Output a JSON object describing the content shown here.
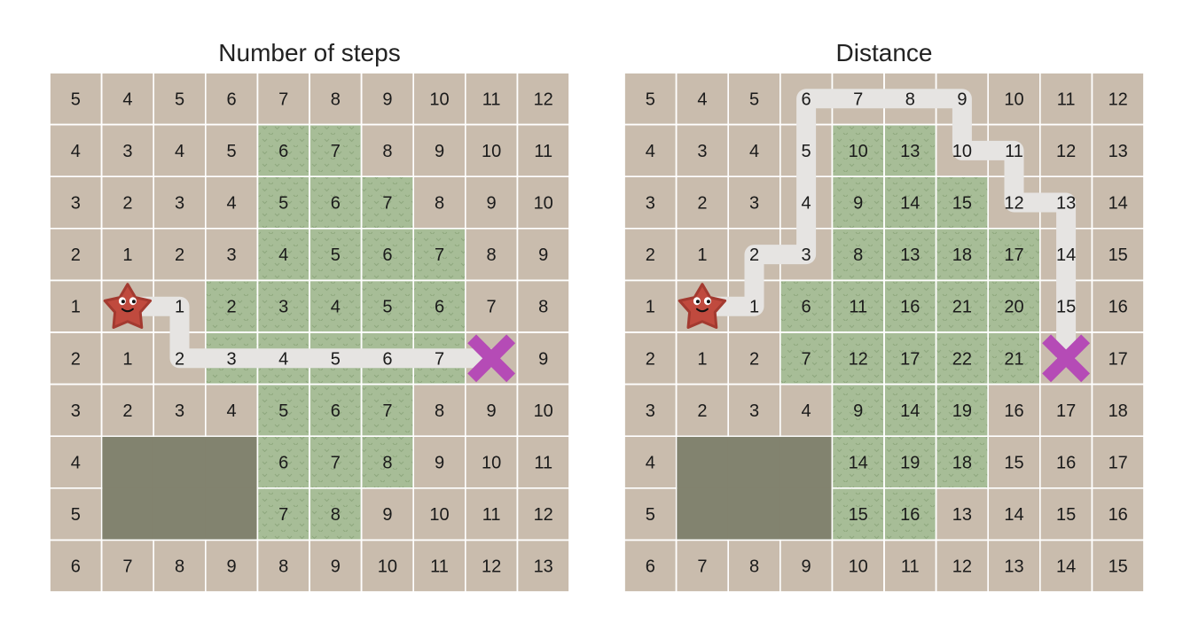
{
  "panels": [
    {
      "title": "Number of steps",
      "numbers": [
        [
          5,
          4,
          5,
          6,
          7,
          8,
          9,
          10,
          11,
          12
        ],
        [
          4,
          3,
          4,
          5,
          6,
          7,
          8,
          9,
          10,
          11
        ],
        [
          3,
          2,
          3,
          4,
          5,
          6,
          7,
          8,
          9,
          10
        ],
        [
          2,
          1,
          2,
          3,
          4,
          5,
          6,
          7,
          8,
          9
        ],
        [
          1,
          null,
          1,
          2,
          3,
          4,
          5,
          6,
          7,
          8
        ],
        [
          2,
          1,
          2,
          3,
          4,
          5,
          6,
          7,
          null,
          9
        ],
        [
          3,
          2,
          3,
          4,
          5,
          6,
          7,
          8,
          9,
          10
        ],
        [
          4,
          null,
          null,
          null,
          6,
          7,
          8,
          9,
          10,
          11
        ],
        [
          5,
          null,
          null,
          null,
          7,
          8,
          9,
          10,
          11,
          12
        ],
        [
          6,
          7,
          8,
          9,
          8,
          9,
          10,
          11,
          12,
          13
        ]
      ],
      "terrain": [
        "..........",
        "....GG....",
        "....GGG...",
        "....GGGG..",
        "...GGGGG..",
        "...GGGGG..",
        "....GGG...",
        ".RRRGGG...",
        ".RRRGG....",
        ".........."
      ],
      "start": [
        4,
        1
      ],
      "goal": [
        5,
        8
      ],
      "path": [
        [
          4,
          1
        ],
        [
          4,
          2
        ],
        [
          5,
          2
        ],
        [
          5,
          3
        ],
        [
          5,
          4
        ],
        [
          5,
          5
        ],
        [
          5,
          6
        ],
        [
          5,
          7
        ],
        [
          5,
          8
        ]
      ]
    },
    {
      "title": "Distance",
      "numbers": [
        [
          5,
          4,
          5,
          6,
          7,
          8,
          9,
          10,
          11,
          12
        ],
        [
          4,
          3,
          4,
          5,
          10,
          13,
          10,
          11,
          12,
          13
        ],
        [
          3,
          2,
          3,
          4,
          9,
          14,
          15,
          12,
          13,
          14
        ],
        [
          2,
          1,
          2,
          3,
          8,
          13,
          18,
          17,
          14,
          15
        ],
        [
          1,
          null,
          1,
          6,
          11,
          16,
          21,
          20,
          15,
          16
        ],
        [
          2,
          1,
          2,
          7,
          12,
          17,
          22,
          21,
          null,
          17
        ],
        [
          3,
          2,
          3,
          4,
          9,
          14,
          19,
          16,
          17,
          18
        ],
        [
          4,
          null,
          null,
          null,
          14,
          19,
          18,
          15,
          16,
          17
        ],
        [
          5,
          null,
          null,
          null,
          15,
          16,
          13,
          14,
          15,
          16
        ],
        [
          6,
          7,
          8,
          9,
          10,
          11,
          12,
          13,
          14,
          15
        ]
      ],
      "terrain": [
        "..........",
        "....GG....",
        "....GGG...",
        "....GGGG..",
        "...GGGGG..",
        "...GGGGG..",
        "....GGG...",
        ".RRRGGG...",
        ".RRRGG....",
        ".........."
      ],
      "start": [
        4,
        1
      ],
      "goal": [
        5,
        8
      ],
      "path": [
        [
          4,
          1
        ],
        [
          4,
          2
        ],
        [
          3,
          2
        ],
        [
          3,
          3
        ],
        [
          0,
          3
        ],
        [
          0,
          6
        ],
        [
          1,
          6
        ],
        [
          1,
          7
        ],
        [
          2,
          7
        ],
        [
          2,
          8
        ],
        [
          5,
          8
        ]
      ]
    }
  ],
  "colors": {
    "plain": "#c9bcad",
    "forest": "#a7bd97",
    "forest_pattern": "#8fa87e",
    "rock": "#82836f",
    "grid_line": "#ffffff",
    "path": "#e6e4e2",
    "goal": "#b54bb6",
    "start_body": "#c04a3e",
    "start_outline": "#a33a30"
  },
  "icons": {
    "start": "star-creature-icon",
    "goal": "x-mark-icon"
  }
}
